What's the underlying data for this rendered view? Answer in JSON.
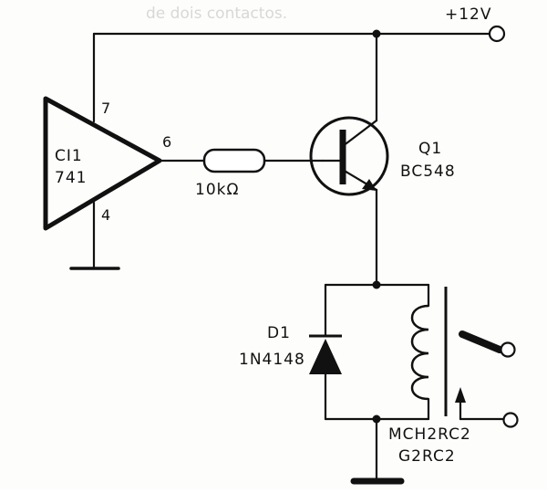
{
  "background_text": "de dois contactos.",
  "supply_label": "+12V",
  "ic": {
    "name_line1": "CI1",
    "name_line2": "741",
    "pin_supply": "7",
    "pin_output": "6",
    "pin_ground": "4"
  },
  "resistor": {
    "value": "10kΩ"
  },
  "transistor": {
    "ref": "Q1",
    "part": "BC548"
  },
  "diode": {
    "ref": "D1",
    "part": "1N4148"
  },
  "relay": {
    "part_line1": "MCH2RC2",
    "part_line2": "G2RC2"
  }
}
